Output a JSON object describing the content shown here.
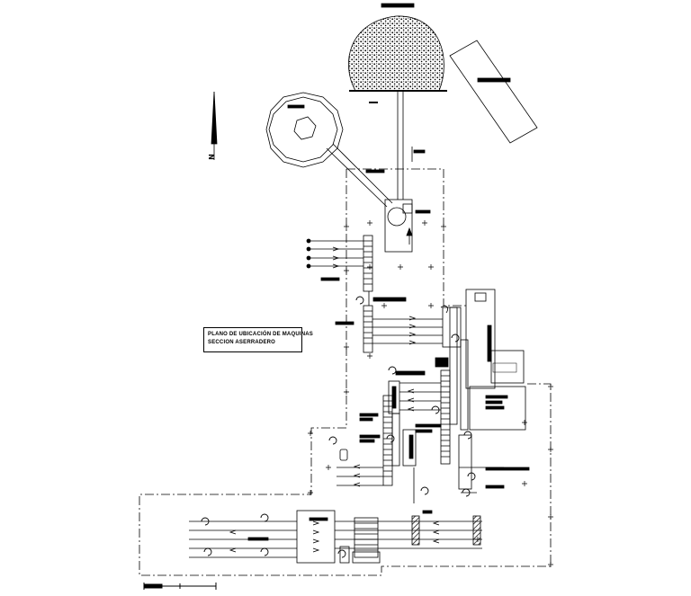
{
  "plan": {
    "title_line1": "PLANO DE UBICACIÓN DE MAQUINAS",
    "title_line2": "SECCION ASERRADERO"
  },
  "compass": {
    "north_label": "N",
    "icon": "north-arrow-icon"
  },
  "colors": {
    "ink": "#000000",
    "paper": "#ffffff"
  }
}
